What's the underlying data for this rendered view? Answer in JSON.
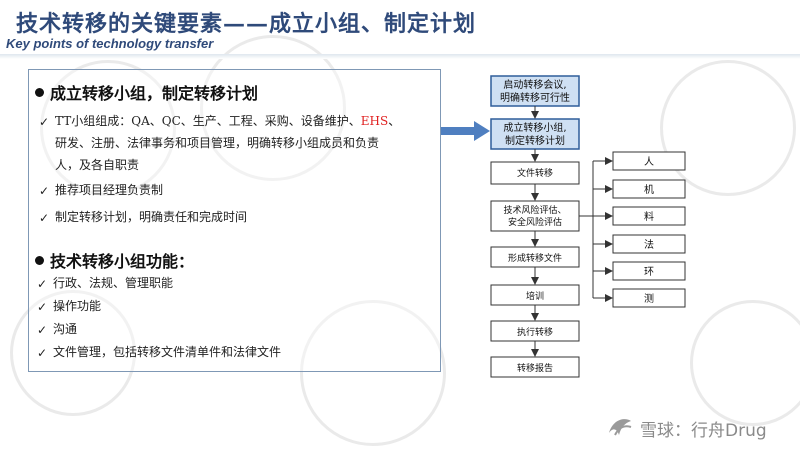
{
  "header": {
    "title": "技术转移的关键要素——成立小组、制定计划",
    "subtitle": "Key points of technology transfer"
  },
  "section1": {
    "heading": "成立转移小组，制定转移计划",
    "item1_pre": "TT小组组成：QA、QC、生产、工程、采购、设备维护、",
    "item1_red": "EHS",
    "item1_post": "、",
    "item1_line2": "研发、注册、法律事务和项目管理，明确转移小组成员和负责",
    "item1_line3": "人，及各自职责",
    "item2": "推荐项目经理负责制",
    "item3": "制定转移计划，明确责任和完成时间"
  },
  "section2": {
    "heading": "技术转移小组功能：",
    "items": [
      "行政、法规、管理职能",
      "操作功能",
      "沟通",
      "文件管理，包括转移文件清单件和法律文件"
    ]
  },
  "flow": {
    "box1": [
      "启动转移会议,",
      "明确转移可行性"
    ],
    "box2": [
      "成立转移小组,",
      "制定转移计划"
    ],
    "steps": [
      "文件转移",
      "技术风险评估、",
      "安全风险评估",
      "形成转移文件",
      "培训",
      "执行转移",
      "转移报告"
    ],
    "factors": [
      "人",
      "机",
      "料",
      "法",
      "环",
      "测"
    ]
  },
  "footer": {
    "brand": "雪球：行舟Drug"
  },
  "colors": {
    "accent_fill": "#cfe0f3",
    "accent_border": "#2f5d9a",
    "arrow": "#4f7fc0"
  }
}
